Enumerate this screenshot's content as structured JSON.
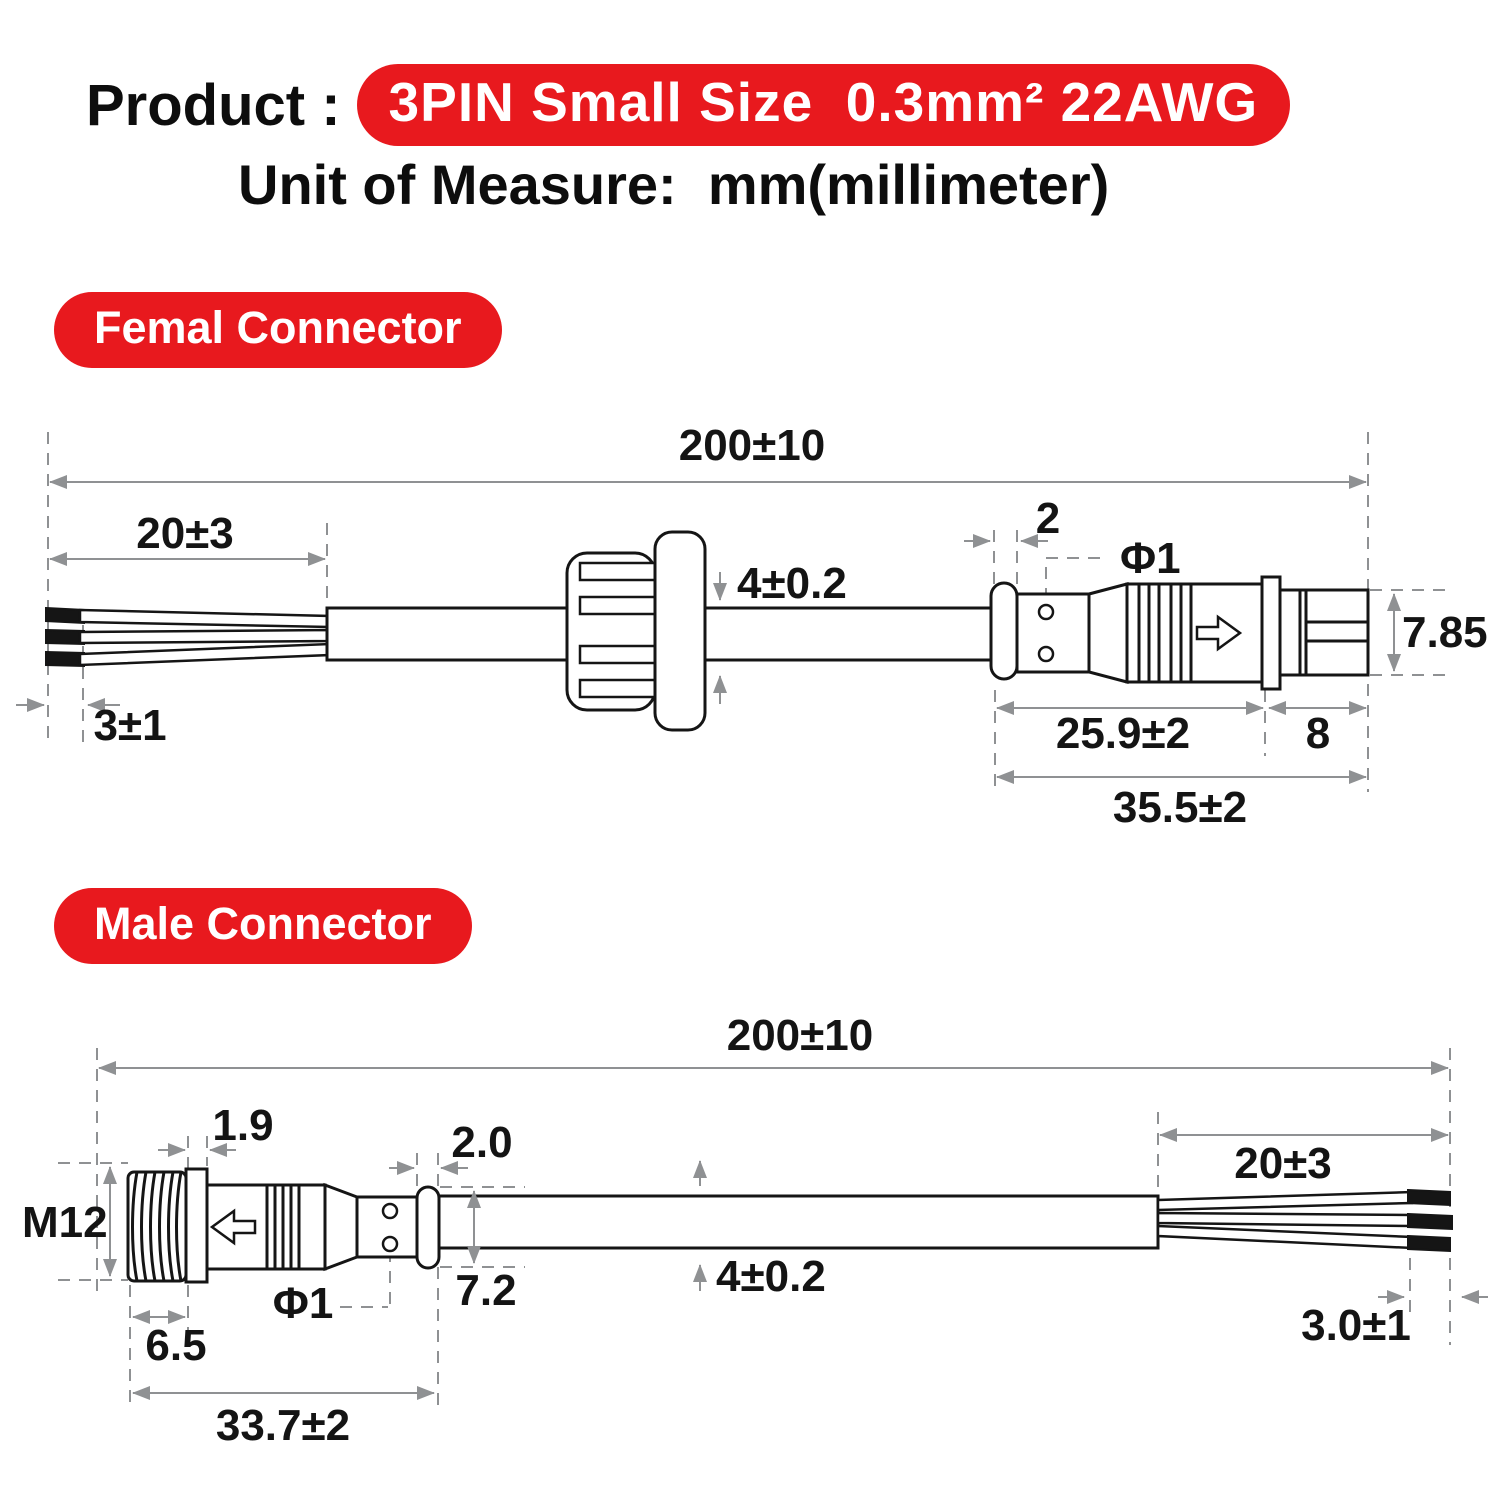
{
  "header": {
    "product_label": "Product :",
    "product_value": "3PIN Small Size  0.3mm² 22AWG",
    "unit_line": "Unit of Measure:  mm(millimeter)"
  },
  "female": {
    "badge": "Femal Connector",
    "dims": {
      "overall_length": "200±10",
      "wire_length": "20±3",
      "strip_length": "3±1",
      "cable_diameter": "4±0.2",
      "cap_width": "2",
      "hole_diameter": "Φ1",
      "head_height": "7.85",
      "body_length": "25.9±2",
      "tip_length": "8",
      "total_head_length": "35.5±2"
    }
  },
  "male": {
    "badge": "Male Connector",
    "dims": {
      "overall_length": "200±10",
      "flange_width": "1.9",
      "cap_width": "2.0",
      "wire_length": "20±3",
      "thread_size": "M12",
      "cable_diameter": "4±0.2",
      "hole_diameter": "Φ1",
      "head_height": "7.2",
      "strip_length": "3.0±1",
      "thread_length": "6.5",
      "body_length": "33.7±2"
    }
  },
  "colors": {
    "accent_red": "#e8191e",
    "line_black": "#151515",
    "dim_gray": "#8f9193"
  }
}
